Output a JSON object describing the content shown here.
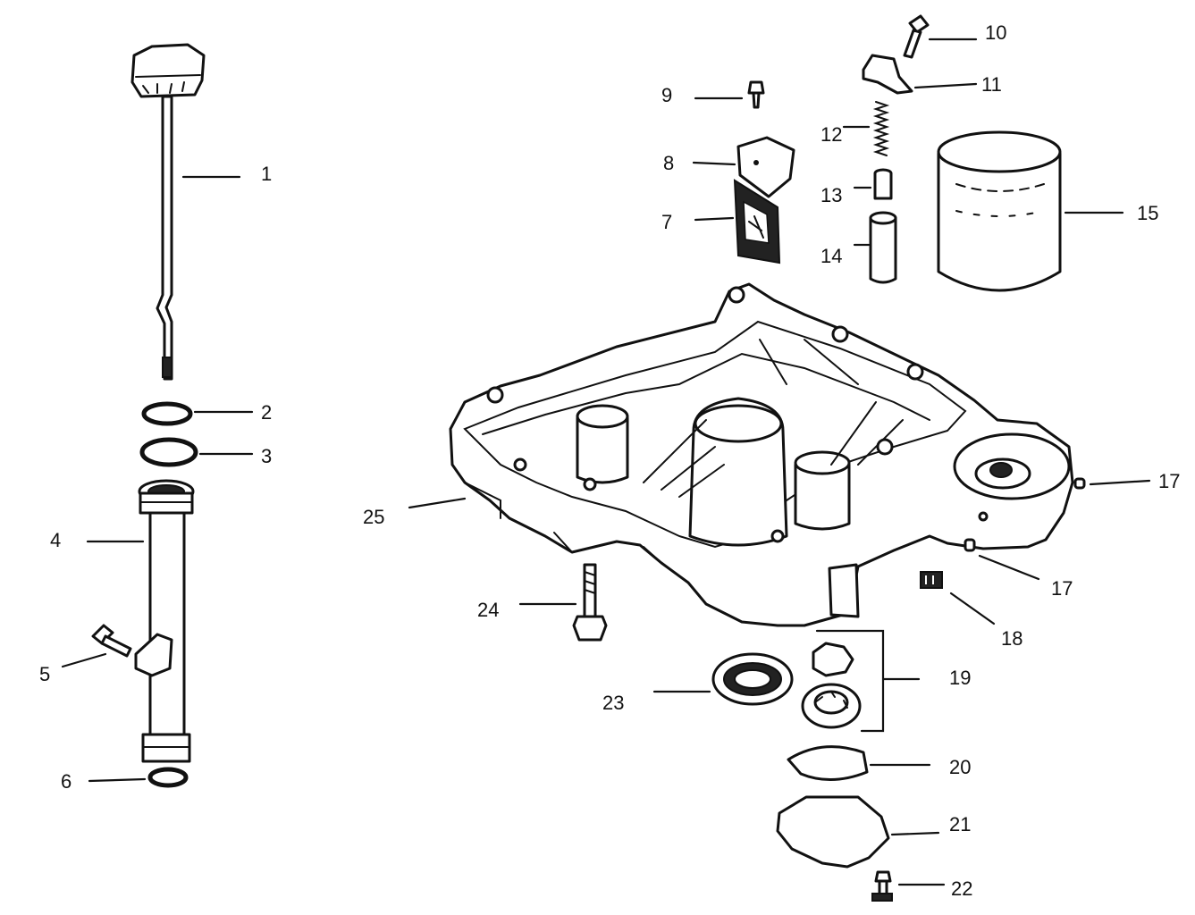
{
  "diagram": {
    "callouts": [
      {
        "id": "c1",
        "label": "1"
      },
      {
        "id": "c2",
        "label": "2"
      },
      {
        "id": "c3",
        "label": "3"
      },
      {
        "id": "c4",
        "label": "4"
      },
      {
        "id": "c5",
        "label": "5"
      },
      {
        "id": "c6",
        "label": "6"
      },
      {
        "id": "c7",
        "label": "7"
      },
      {
        "id": "c8",
        "label": "8"
      },
      {
        "id": "c9",
        "label": "9"
      },
      {
        "id": "c10",
        "label": "10"
      },
      {
        "id": "c11",
        "label": "11"
      },
      {
        "id": "c12",
        "label": "12"
      },
      {
        "id": "c13",
        "label": "13"
      },
      {
        "id": "c14",
        "label": "14"
      },
      {
        "id": "c15",
        "label": "15"
      },
      {
        "id": "c17a",
        "label": "17"
      },
      {
        "id": "c17b",
        "label": "17"
      },
      {
        "id": "c18",
        "label": "18"
      },
      {
        "id": "c19",
        "label": "19"
      },
      {
        "id": "c20",
        "label": "20"
      },
      {
        "id": "c21",
        "label": "21"
      },
      {
        "id": "c22",
        "label": "22"
      },
      {
        "id": "c23",
        "label": "23"
      },
      {
        "id": "c24",
        "label": "24"
      },
      {
        "id": "c25",
        "label": "25"
      }
    ]
  }
}
